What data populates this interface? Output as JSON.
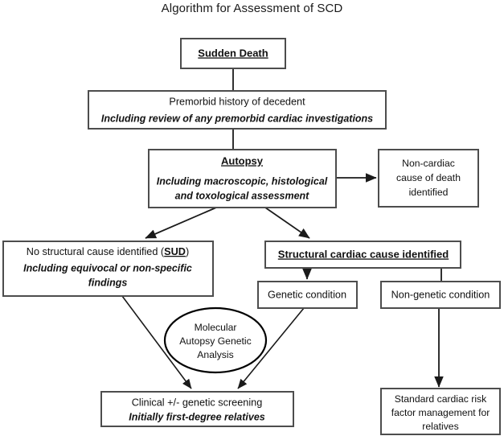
{
  "title": "Algorithm for Assessment of SCD",
  "nodes": {
    "sudden_death": {
      "label": "Sudden Death"
    },
    "premorbid": {
      "line1": "Premorbid history of decedent",
      "line2": "Including review of any premorbid cardiac investigations"
    },
    "autopsy": {
      "title": "Autopsy",
      "line1": "Including macroscopic, histological",
      "line2": "and toxological assessment"
    },
    "non_cardiac": {
      "line1": "Non-cardiac",
      "line2": "cause of death",
      "line3": "identified"
    },
    "sud": {
      "line1_pre": "No structural cause identified (",
      "line1_bold": "SUD",
      "line1_post": ")",
      "line2": "Including equivocal or non-specific",
      "line3": "findings"
    },
    "structural": {
      "label": "Structural cardiac cause identified"
    },
    "genetic": {
      "label": "Genetic condition"
    },
    "non_genetic": {
      "label": "Non-genetic condition"
    },
    "molecular": {
      "line1": "Molecular",
      "line2": "Autopsy Genetic",
      "line3": "Analysis"
    },
    "clinical": {
      "line1": "Clinical +/- genetic screening",
      "line2": "Initially first-degree relatives"
    },
    "standard": {
      "line1": "Standard cardiac risk",
      "line2": "factor management for",
      "line3": "relatives"
    }
  },
  "colors": {
    "box_stroke": "#4d4d4d",
    "line": "#1a1a1a",
    "text": "#111111",
    "background": "#ffffff"
  }
}
